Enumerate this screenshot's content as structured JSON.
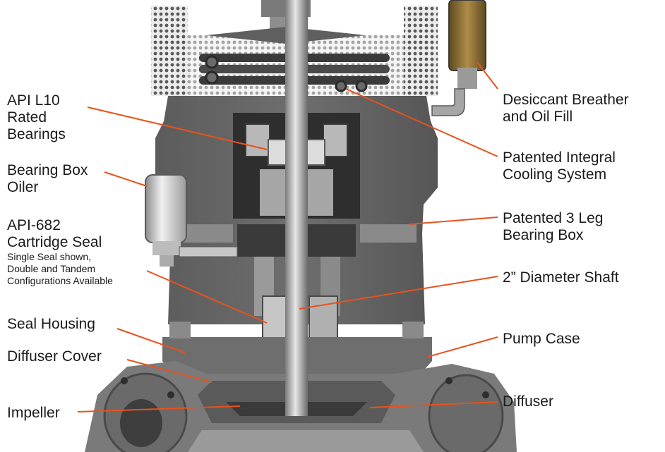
{
  "colors": {
    "leader": "#e8521c",
    "metal_dark": "#4a4a4a",
    "metal_mid": "#6b6b6b",
    "metal_light": "#9a9a9a",
    "chrome": "#d0d0d0",
    "background": "#ffffff",
    "breather_amber": "#8a6a30"
  },
  "labels": {
    "api_l10": [
      "API L10",
      "Rated",
      "Bearings"
    ],
    "bearing_box_oiler": [
      "Bearing Box",
      "Oiler"
    ],
    "cartridge_seal_title": [
      "API-682",
      "Cartridge Seal"
    ],
    "cartridge_seal_note": [
      "Single Seal shown,",
      "Double and Tandem",
      "Configurations Available"
    ],
    "seal_housing": "Seal Housing",
    "diffuser_cover": "Diffuser Cover",
    "impeller": "Impeller",
    "desiccant_breather": [
      "Desiccant Breather",
      "and Oil Fill"
    ],
    "cooling_system": [
      "Patented Integral",
      "Cooling System"
    ],
    "bearing_box": [
      "Patented 3 Leg",
      "Bearing Box"
    ],
    "shaft": "2” Diameter Shaft",
    "pump_case": "Pump Case",
    "diffuser": "Diffuser"
  }
}
